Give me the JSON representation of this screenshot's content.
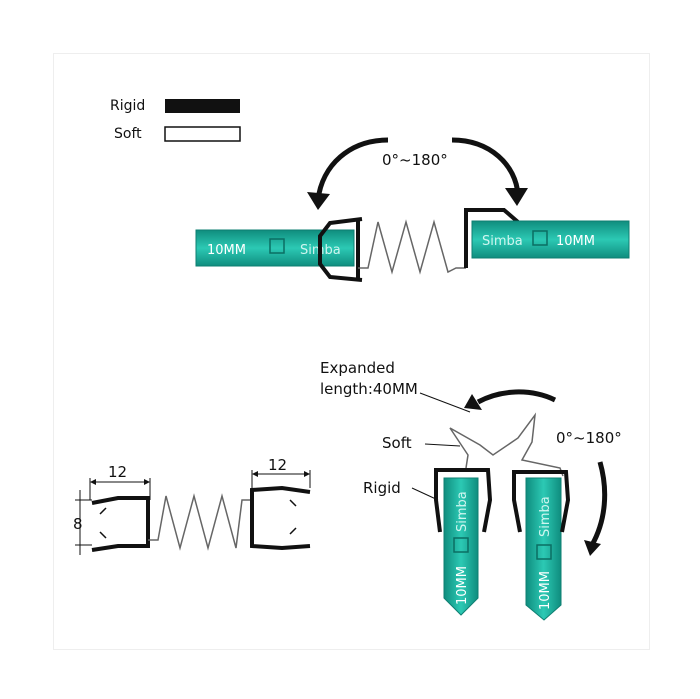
{
  "legend": {
    "rigid_label": "Rigid",
    "soft_label": "Soft"
  },
  "top_view": {
    "angle_label": "0°~180°",
    "left_glass_text": "10MM",
    "left_brand_text": "Simba",
    "right_brand_text": "Simba",
    "right_glass_text": "10MM"
  },
  "dimension_view": {
    "width_left": "12",
    "width_right": "12",
    "height": "8"
  },
  "rotated_view": {
    "expanded_line1": "Expanded",
    "expanded_line2": "length:40MM",
    "soft_label": "Soft",
    "rigid_label": "Rigid",
    "angle_label": "0°~180°",
    "glass1_text": "10MM",
    "glass1_brand": "Simba",
    "glass2_text": "10MM",
    "glass2_brand": "Simba"
  },
  "colors": {
    "glass_teal": "#1fb3a0",
    "glass_edge": "#0e7f72",
    "rigid": "#111111",
    "soft": "#555555"
  }
}
